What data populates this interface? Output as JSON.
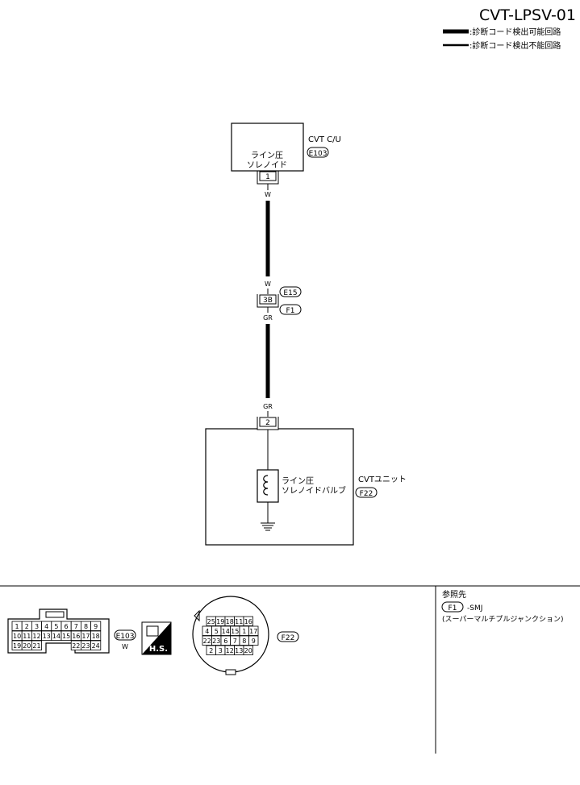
{
  "diagram_id": "CVT-LPSV-01",
  "legend": {
    "thick": ":診断コード検出可能回路",
    "thin": ":診断コード検出不能回路"
  },
  "cvt_cu": {
    "label": "CVT C/U",
    "connector": "E103",
    "name_line1": "ライン圧",
    "name_line2": "ソレノイド",
    "pin": "1"
  },
  "wire_top_color": "W",
  "joint": {
    "color_in": "W",
    "connector_e": "E15",
    "pin": "3B",
    "connector_f": "F1",
    "color_out": "GR"
  },
  "wire_bottom_color": "GR",
  "cvt_unit": {
    "label": "CVTユニット",
    "connector": "F22",
    "pin": "2",
    "valve_line1": "ライン圧",
    "valve_line2": "ソレノイドバルブ"
  },
  "e103_connector": {
    "name": "E103",
    "color": "W",
    "row1": [
      "1",
      "2",
      "3",
      "4",
      "5",
      "6",
      "7",
      "8",
      "9"
    ],
    "row2": [
      "10",
      "11",
      "12",
      "13",
      "14",
      "15",
      "16",
      "17",
      "18"
    ],
    "row3_left": [
      "19",
      "20",
      "21"
    ],
    "row3_right": [
      "22",
      "23",
      "24"
    ]
  },
  "hs_badge": "H.S.",
  "f22_connector": {
    "name": "F22",
    "row1": [
      "25",
      "19",
      "18",
      "11",
      "16"
    ],
    "row2": [
      "4",
      "5",
      "14",
      "15",
      "1",
      "17"
    ],
    "row3": [
      "22",
      "23",
      "6",
      "7",
      "8",
      "9"
    ],
    "row4": [
      "2",
      "3",
      "12",
      "13",
      "20"
    ]
  },
  "reference": {
    "title": "参照先",
    "tag": "F1",
    "code": "-SMJ",
    "desc": "(スーパーマルチプルジャンクション)"
  }
}
